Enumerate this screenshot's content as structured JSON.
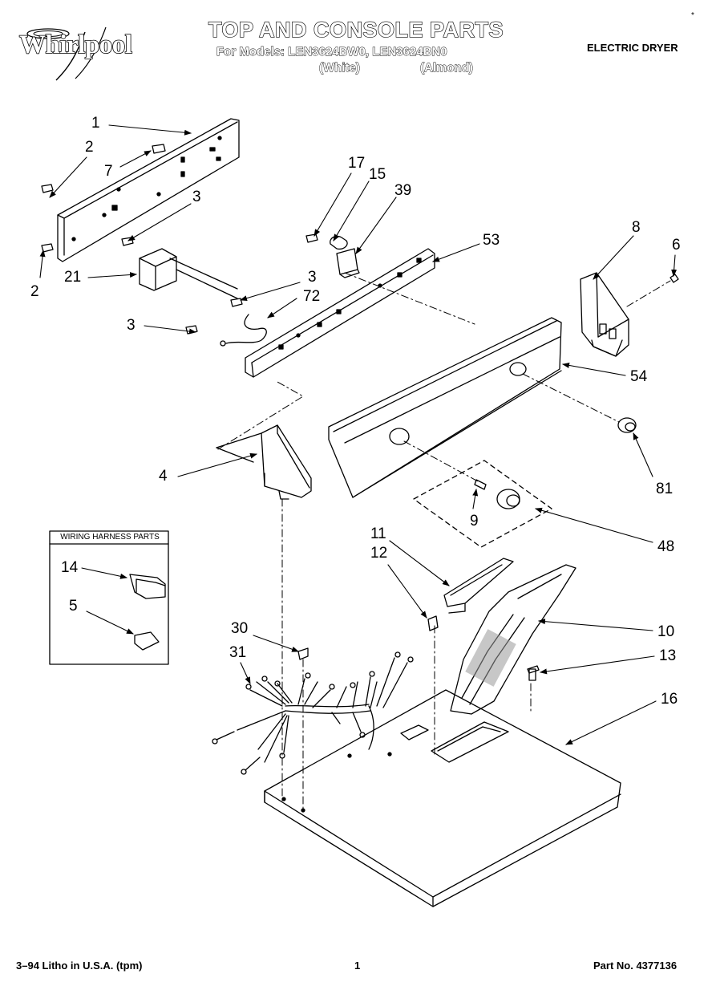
{
  "header": {
    "brand": "Whirlpool",
    "title": "TOP AND CONSOLE PARTS",
    "models_label": "For Models:",
    "model_1": "LEN3624BW0,",
    "model_2": "LEN3624BN0",
    "color_1": "(White)",
    "color_2": "(Almond)",
    "doc_type": "ELECTRIC DRYER",
    "corner_mark": "*"
  },
  "wiring_box": {
    "title": "WIRING HARNESS PARTS"
  },
  "callouts": {
    "c1": "1",
    "c2a": "2",
    "c7": "7",
    "c2b": "2",
    "c3a": "3",
    "c21": "21",
    "c17": "17",
    "c15": "15",
    "c39": "39",
    "c53": "53",
    "c3b": "3",
    "c72": "72",
    "c3c": "3",
    "c8": "8",
    "c6": "6",
    "c54": "54",
    "c4": "4",
    "c81": "81",
    "c9": "9",
    "c48": "48",
    "c14": "14",
    "c5": "5",
    "c11": "11",
    "c12": "12",
    "c30": "30",
    "c10": "10",
    "c31": "31",
    "c13": "13",
    "c16": "16"
  },
  "footer": {
    "left": "3–94 Litho in U.S.A. (tpm)",
    "page": "1",
    "part_no": "Part No. 4377136"
  }
}
